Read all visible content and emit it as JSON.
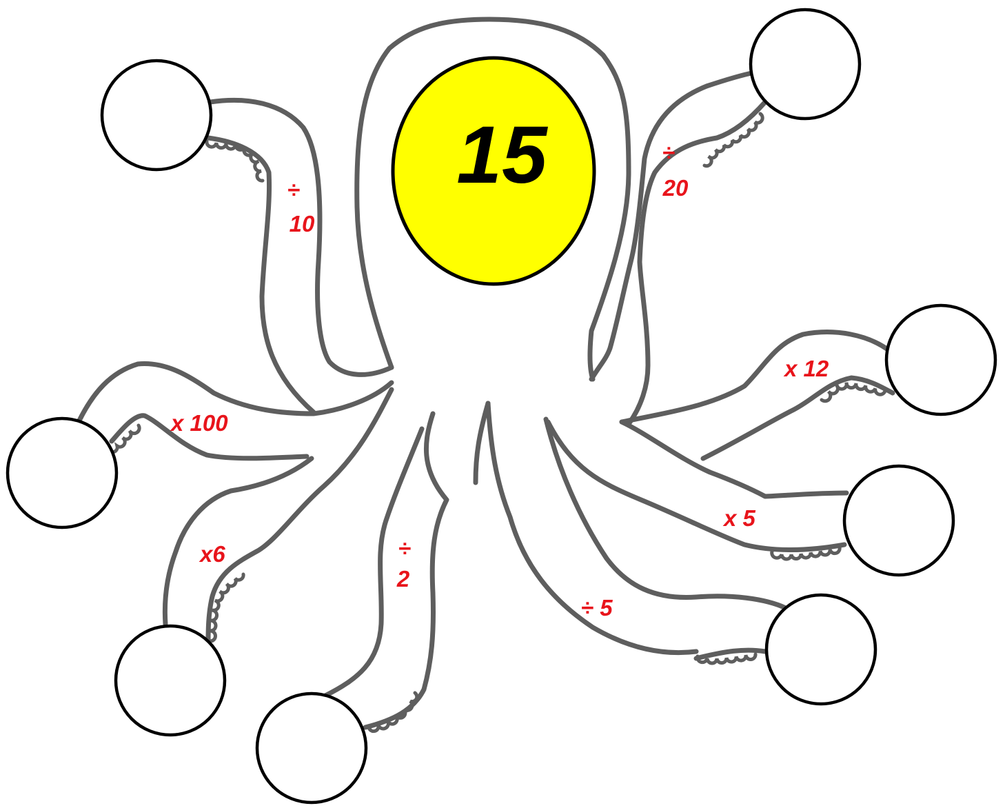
{
  "center_number": "15",
  "colors": {
    "head_fill": "#ffff00",
    "operation_text": "#e8141b",
    "outline": "#5e5e5e",
    "answer_circle_stroke": "#000000"
  },
  "operations": {
    "top_left": [
      "÷",
      "10"
    ],
    "top_right": [
      "÷",
      "20"
    ],
    "left": "x 100",
    "right_upper": "x 12",
    "right_middle": "x 5",
    "lower_left": "x6",
    "lower_center": [
      "÷",
      "2"
    ],
    "lower_right": "÷ 5"
  },
  "answers": {
    "top_left": "",
    "top_right": "",
    "left": "",
    "right_upper": "",
    "right_middle": "",
    "lower_left": "",
    "lower_center": "",
    "lower_right": ""
  }
}
